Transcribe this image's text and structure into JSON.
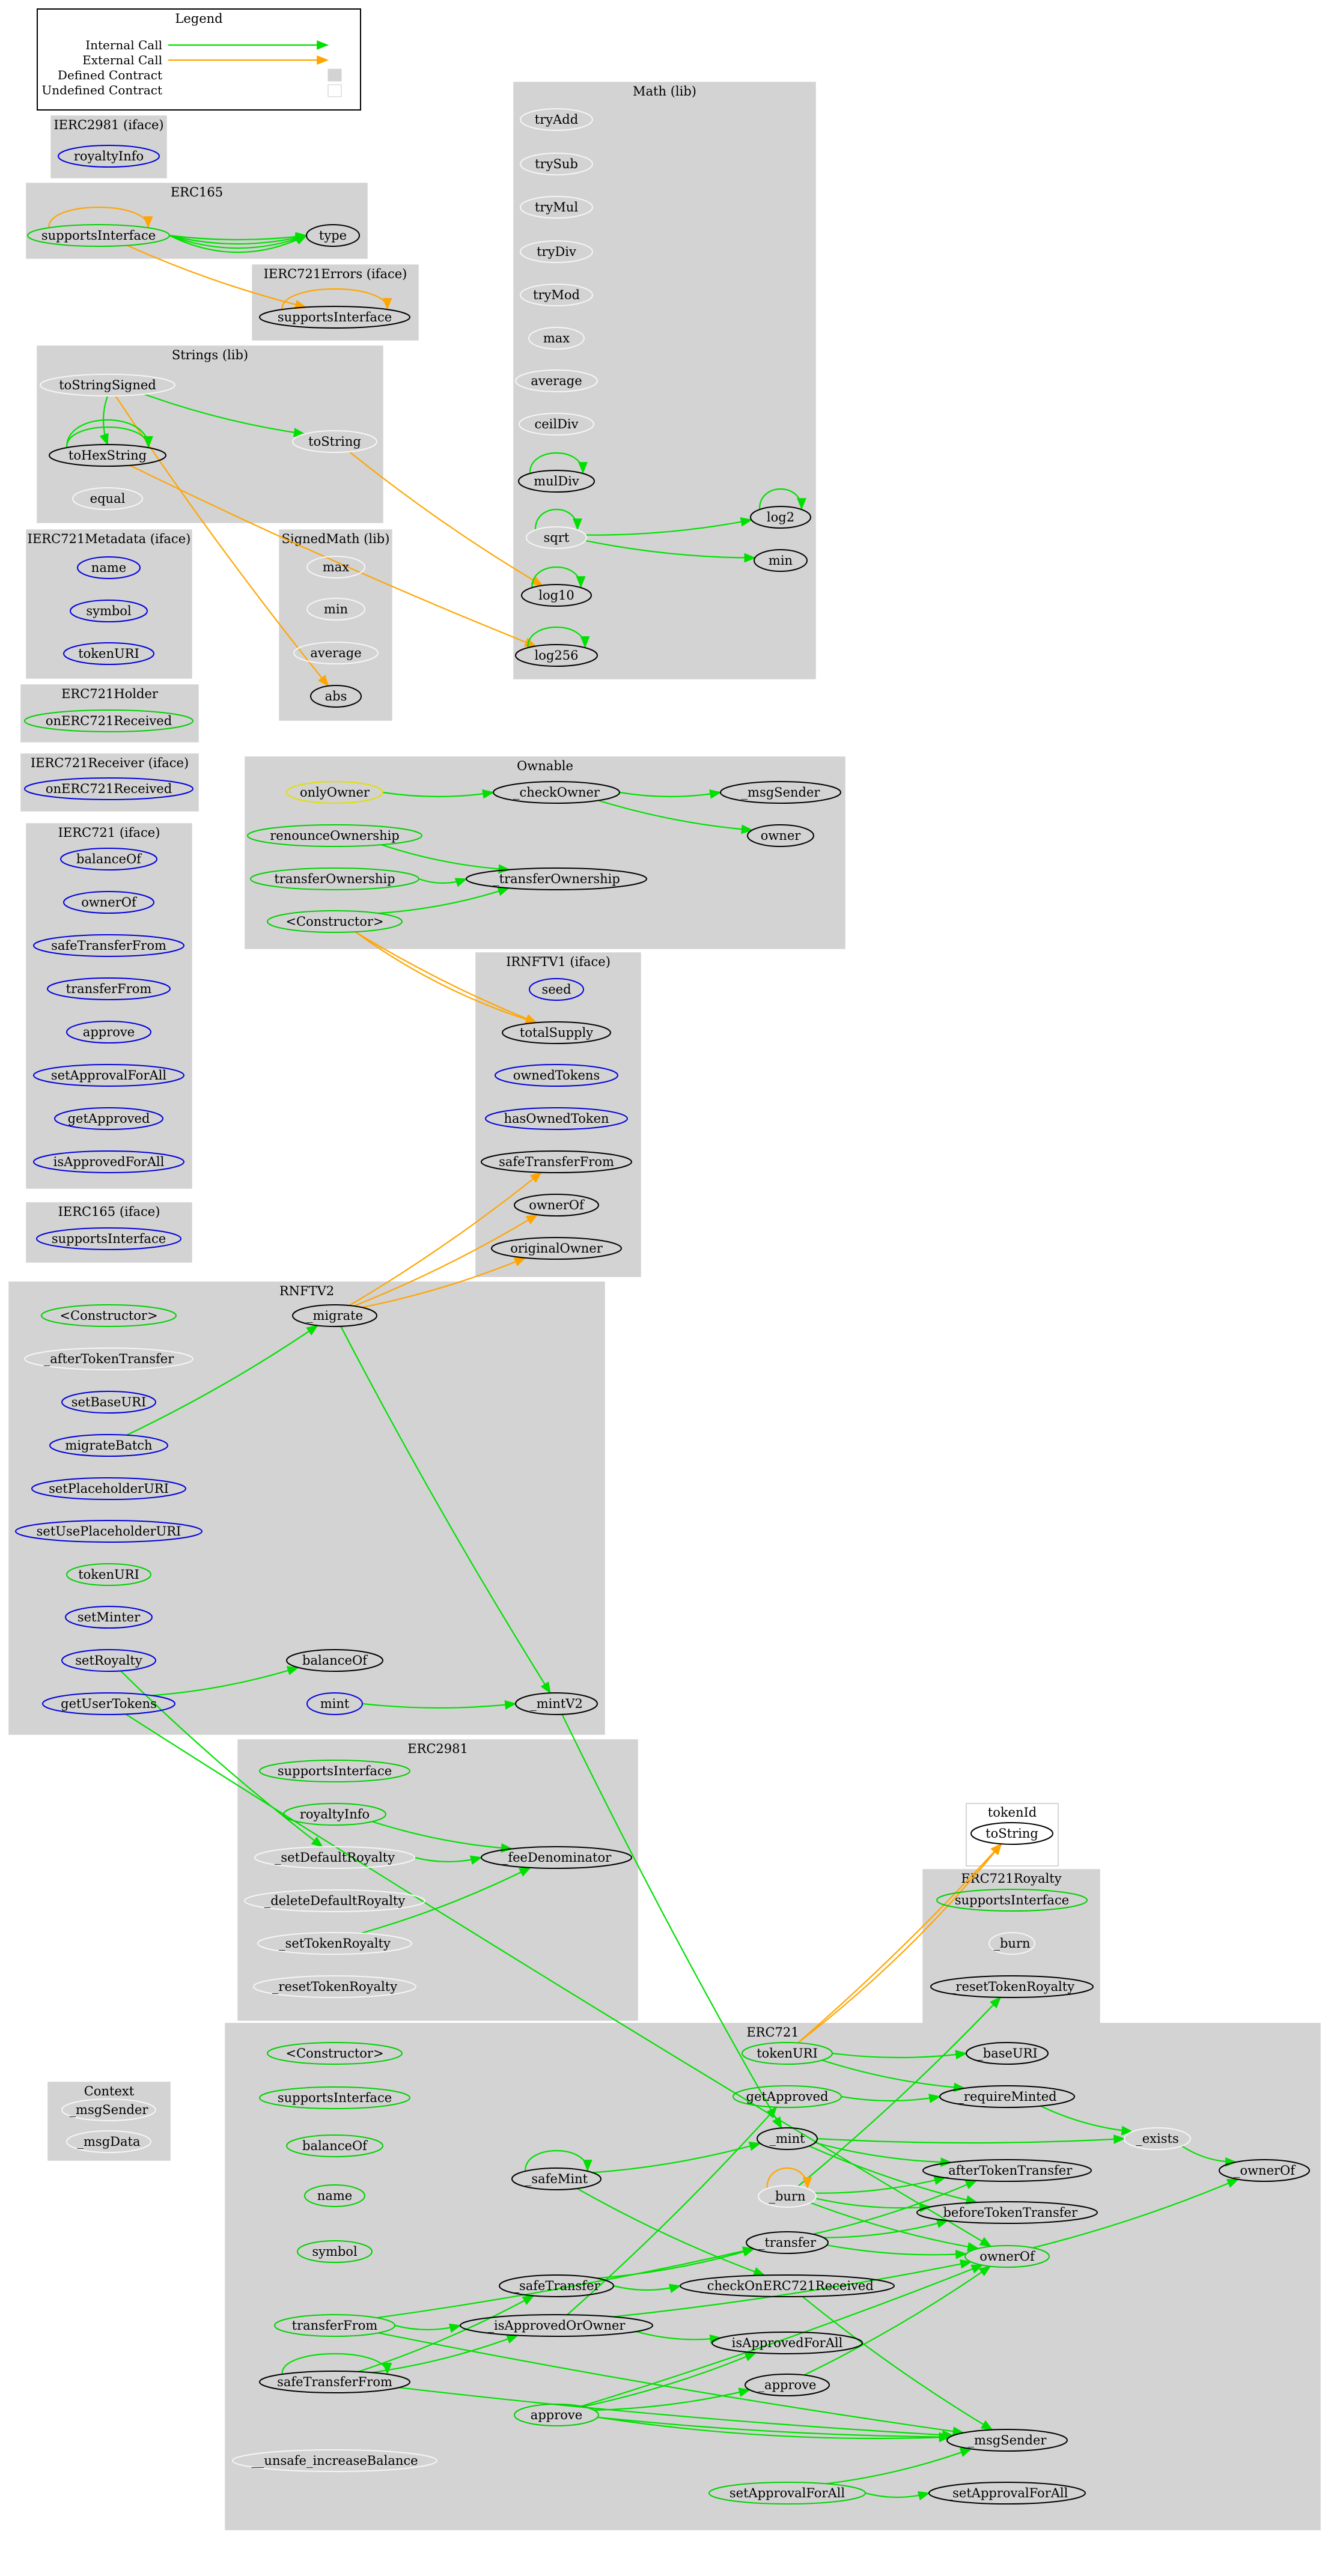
{
  "legend": {
    "title": "Legend",
    "internal_call": "Internal Call",
    "external_call": "External Call",
    "defined_contract": "Defined Contract",
    "undefined_contract": "Undefined Contract"
  },
  "colors": {
    "cluster_fill": "#d3d3d3",
    "internal_edge": "#00e000",
    "external_edge": "#ffa500",
    "public_node": "#00d000",
    "external_node": "#0000dd",
    "internal_node": "#f5f5f5",
    "called_node": "#000000",
    "modifier_node": "#e0e000"
  },
  "clusters": {
    "ierc2981": "IERC2981  (iface)",
    "erc165": "ERC165",
    "ierc721errors": "IERC721Errors  (iface)",
    "strings": "Strings  (lib)",
    "ierc721metadata": "IERC721Metadata  (iface)",
    "signedmath": "SignedMath  (lib)",
    "math": "Math  (lib)",
    "erc721holder": "ERC721Holder",
    "ierc721receiver": "IERC721Receiver  (iface)",
    "ownable": "Ownable",
    "ierc721": "IERC721  (iface)",
    "irnftv1": "IRNFTV1  (iface)",
    "ierc165": "IERC165  (iface)",
    "rnftv2": "RNFTV2",
    "erc2981": "ERC2981",
    "tokenid": "tokenId",
    "erc721royalty": "ERC721Royalty",
    "erc721": "ERC721",
    "context": "Context"
  },
  "nodes": {
    "ierc2981_royaltyInfo": "royaltyInfo",
    "erc165_supportsInterface": "supportsInterface",
    "erc165_type": "type",
    "ierc721errors_supportsInterface": "supportsInterface",
    "strings_toStringSigned": "toStringSigned",
    "strings_toHexString": "toHexString",
    "strings_toString": "toString",
    "strings_equal": "equal",
    "meta_name": "name",
    "meta_symbol": "symbol",
    "meta_tokenURI": "tokenURI",
    "sm_max": "max",
    "sm_min": "min",
    "sm_average": "average",
    "sm_abs": "abs",
    "math_tryAdd": "tryAdd",
    "math_trySub": "trySub",
    "math_tryMul": "tryMul",
    "math_tryDiv": "tryDiv",
    "math_tryMod": "tryMod",
    "math_max": "max",
    "math_average": "average",
    "math_ceilDiv": "ceilDiv",
    "math_mulDiv": "mulDiv",
    "math_sqrt": "sqrt",
    "math_log2": "log2",
    "math_min": "min",
    "math_log10": "log10",
    "math_log256": "log256",
    "holder_onERC721Received": "onERC721Received",
    "receiver_onERC721Received": "onERC721Received",
    "own_onlyOwner": "onlyOwner",
    "own_checkOwner": "_checkOwner",
    "own_msgSender": "_msgSender",
    "own_owner": "owner",
    "own_renounceOwnership": "renounceOwnership",
    "own_transferOwnership": "transferOwnership",
    "own__transferOwnership": "_transferOwnership",
    "own_constructor": "<Constructor>",
    "i721_balanceOf": "balanceOf",
    "i721_ownerOf": "ownerOf",
    "i721_safeTransferFrom": "safeTransferFrom",
    "i721_transferFrom": "transferFrom",
    "i721_approve": "approve",
    "i721_setApprovalForAll": "setApprovalForAll",
    "i721_getApproved": "getApproved",
    "i721_isApprovedForAll": "isApprovedForAll",
    "v1_seed": "seed",
    "v1_totalSupply": "totalSupply",
    "v1_ownedTokens": "ownedTokens",
    "v1_hasOwnedToken": "hasOwnedToken",
    "v1_safeTransferFrom": "safeTransferFrom",
    "v1_ownerOf": "ownerOf",
    "v1_originalOwner": "originalOwner",
    "i165_supportsInterface": "supportsInterface",
    "v2_constructor": "<Constructor>",
    "v2_migrate": "_migrate",
    "v2_afterTokenTransfer": "_afterTokenTransfer",
    "v2_setBaseURI": "setBaseURI",
    "v2_migrateBatch": "migrateBatch",
    "v2_setPlaceholderURI": "setPlaceholderURI",
    "v2_setUsePlaceholderURI": "setUsePlaceholderURI",
    "v2_tokenURI": "tokenURI",
    "v2_setMinter": "setMinter",
    "v2_setRoyalty": "setRoyalty",
    "v2_balanceOf": "balanceOf",
    "v2_getUserTokens": "getUserTokens",
    "v2_mint": "mint",
    "v2_mintV2": "_mintV2",
    "r_supportsInterface": "supportsInterface",
    "r_royaltyInfo": "royaltyInfo",
    "r_setDefaultRoyalty": "_setDefaultRoyalty",
    "r_feeDenominator": "_feeDenominator",
    "r_deleteDefaultRoyalty": "_deleteDefaultRoyalty",
    "r_setTokenRoyalty": "_setTokenRoyalty",
    "r_resetTokenRoyalty": "_resetTokenRoyalty",
    "tid_toString": "toString",
    "roy_supportsInterface": "supportsInterface",
    "roy_burn": "_burn",
    "roy_resetTokenRoyalty": "_resetTokenRoyalty",
    "ctx_msgSender": "_msgSender",
    "ctx_msgData": "_msgData",
    "e_constructor": "<Constructor>",
    "e_supportsInterface": "supportsInterface",
    "e_balanceOf": "balanceOf",
    "e_name": "name",
    "e_symbol": "symbol",
    "e_tokenURI": "tokenURI",
    "e_baseURI": "_baseURI",
    "e_getApproved": "getApproved",
    "e_requireMinted": "_requireMinted",
    "e_mint": "_mint",
    "e_exists": "_exists",
    "e_safeMint": "_safeMint",
    "e_ownerOf_int": "_ownerOf",
    "e_burn": "_burn",
    "e_afterTokenTransfer": "_afterTokenTransfer",
    "e_beforeTokenTransfer": "_beforeTokenTransfer",
    "e_transfer": "_transfer",
    "e_ownerOf": "ownerOf",
    "e_safeTransfer": "_safeTransfer",
    "e_checkOnERC721Received": "_checkOnERC721Received",
    "e_transferFrom": "transferFrom",
    "e_isApprovedOrOwner": "_isApprovedOrOwner",
    "e_isApprovedForAll": "isApprovedForAll",
    "e_safeTransferFrom": "safeTransferFrom",
    "e_approve_int": "_approve",
    "e_approve": "approve",
    "e_msgSender": "_msgSender",
    "e_unsafe_increaseBalance": "__unsafe_increaseBalance",
    "e_setApprovalForAll": "setApprovalForAll",
    "e_setApprovalForAll_int": "_setApprovalForAll"
  }
}
